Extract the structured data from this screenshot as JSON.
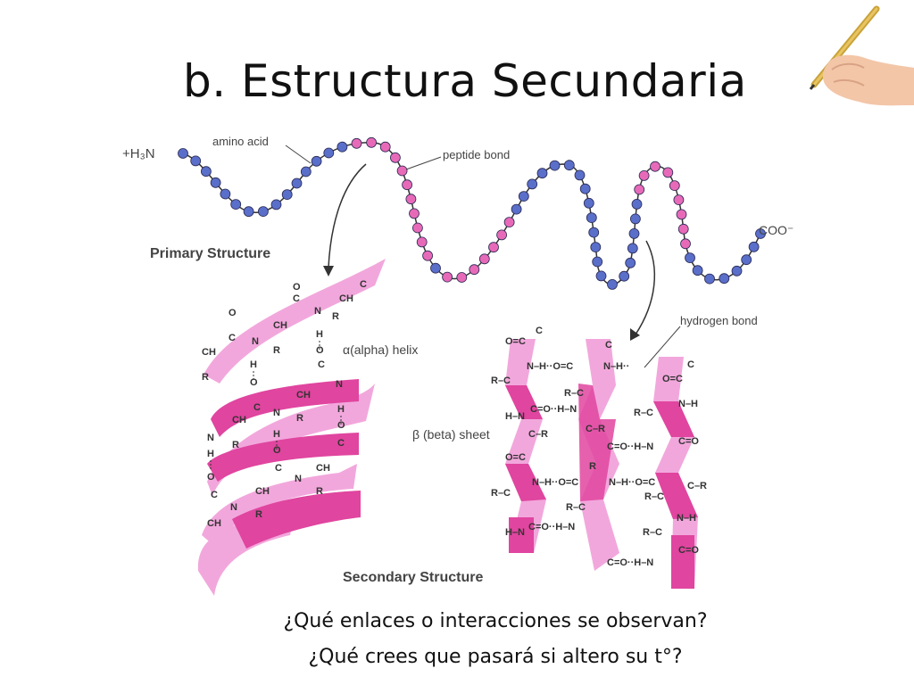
{
  "slide": {
    "title": "b. Estructura Secundaria",
    "questions": [
      "¿Qué enlaces o interacciones se observan?",
      "¿Qué crees que pasará si altero su t°?"
    ]
  },
  "diagram": {
    "labels": {
      "n_terminus": "+H₃N",
      "amino_acid": "amino acid",
      "peptide_bond": "peptide bond",
      "c_terminus": "COO⁻",
      "primary_structure": "Primary Structure",
      "alpha_helix": "α(alpha) helix",
      "hydrogen_bond": "hydrogen bond",
      "beta_sheet": "β (beta) sheet",
      "secondary_structure": "Secondary Structure"
    },
    "colors": {
      "bead_blue": "#5a6fc9",
      "bead_pink": "#e76ab8",
      "ribbon_light": "#f2a7dc",
      "ribbon_dark": "#e0459f"
    }
  },
  "decor": {
    "icon": "hand-with-pencil-icon"
  }
}
